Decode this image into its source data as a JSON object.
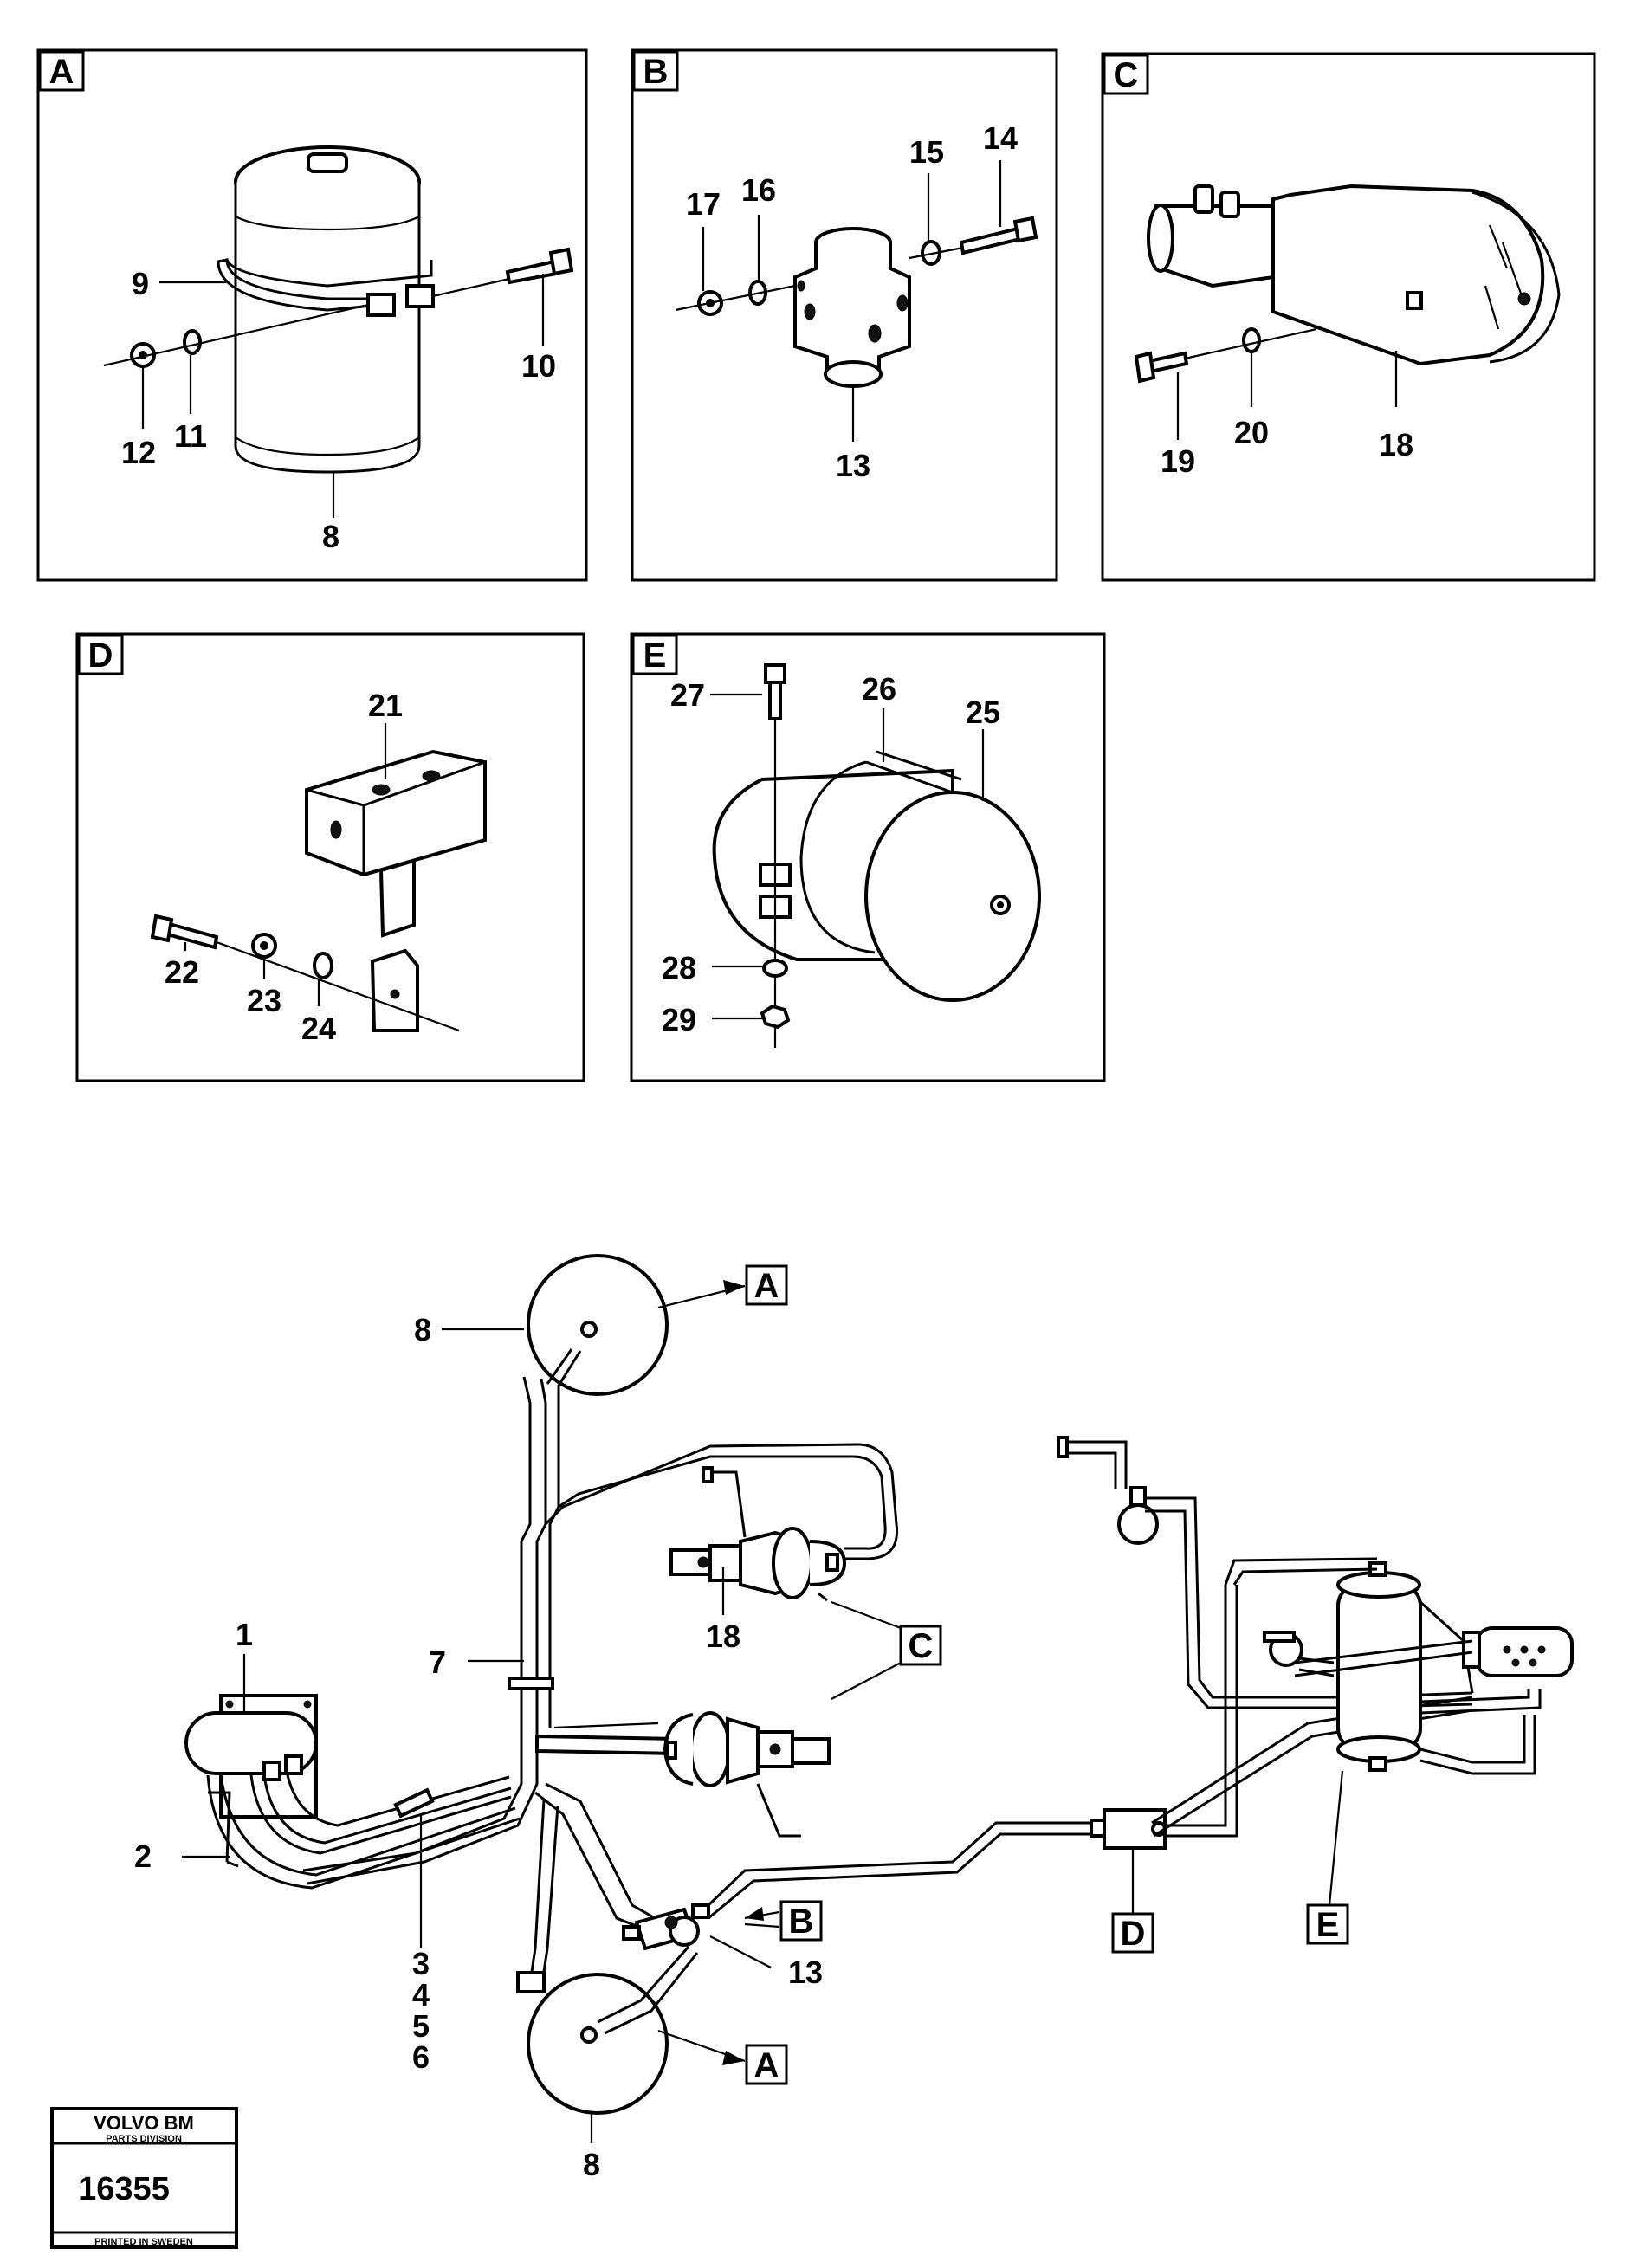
{
  "panels": {
    "A": {
      "label": "A",
      "callouts": {
        "c9": "9",
        "c10": "10",
        "c11": "11",
        "c12": "12",
        "c8": "8"
      }
    },
    "B": {
      "label": "B",
      "callouts": {
        "c17": "17",
        "c16": "16",
        "c15": "15",
        "c14": "14",
        "c13": "13"
      }
    },
    "C": {
      "label": "C",
      "callouts": {
        "c19": "19",
        "c20": "20",
        "c18": "18"
      }
    },
    "D": {
      "label": "D",
      "callouts": {
        "c21": "21",
        "c22": "22",
        "c23": "23",
        "c24": "24"
      }
    },
    "E": {
      "label": "E",
      "callouts": {
        "c27": "27",
        "c26": "26",
        "c25": "25",
        "c28": "28",
        "c29": "29"
      }
    }
  },
  "schematic": {
    "callouts": {
      "c1": "1",
      "c2": "2",
      "c3": "3",
      "c4": "4",
      "c5": "5",
      "c6": "6",
      "c7": "7",
      "c8_top": "8",
      "c8_bottom": "8",
      "c13": "13",
      "c18": "18"
    },
    "tags": {
      "a_top": "A",
      "a_bottom": "A",
      "b": "B",
      "c": "C",
      "d": "D",
      "e": "E"
    }
  },
  "stamp": {
    "brand": "VOLVO BM",
    "division": "PARTS DIVISION",
    "number": "16355",
    "footer": "PRINTED IN SWEDEN"
  }
}
